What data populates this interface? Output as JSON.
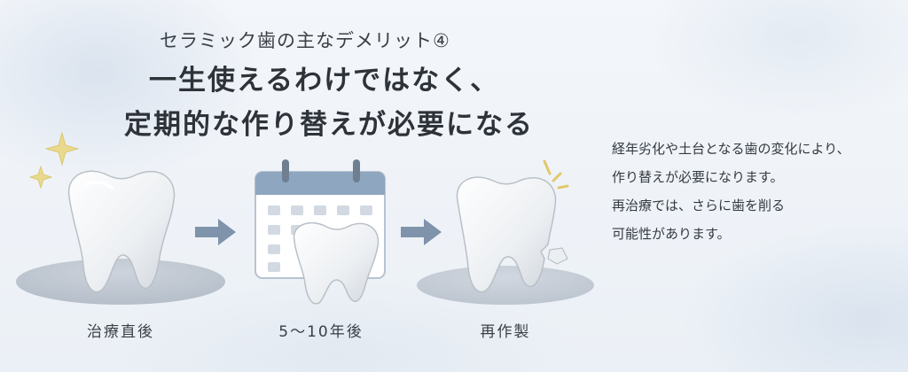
{
  "subtitle": "セラミック歯の主なデメリット④",
  "headline": {
    "line1": "一生使えるわけではなく、",
    "line2": "定期的な作り替えが必要になる"
  },
  "description": [
    "経年劣化や土台となる歯の変化により、",
    "作り替えが必要になります。",
    "再治療では、さらに歯を削る",
    "可能性があります。"
  ],
  "steps": [
    {
      "caption": "治療直後",
      "icon": "shiny-tooth-icon"
    },
    {
      "caption": "5〜10年後",
      "icon": "calendar-with-tooth-icon"
    },
    {
      "caption": "再作製",
      "icon": "chipped-tooth-icon"
    }
  ],
  "colors": {
    "arrow": "#7f93ab",
    "sparkle": "#e9d98c",
    "calendar_frame": "#8fa6c0",
    "tooth": "#f7f8f8"
  }
}
